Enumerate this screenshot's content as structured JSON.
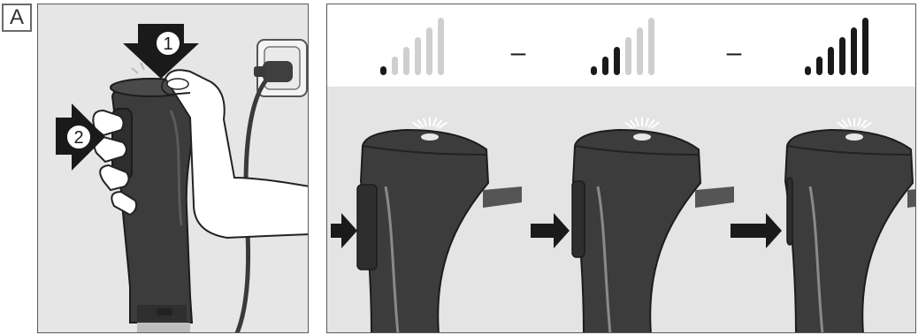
{
  "figure_label": "A",
  "left_panel": {
    "step_1": "1",
    "step_2": "2"
  },
  "right_panel": {
    "separator_1": "–",
    "separator_2": "–",
    "speed_levels": [
      {
        "filled_bars": 1,
        "total_bars": 6
      },
      {
        "filled_bars": 3,
        "total_bars": 6
      },
      {
        "filled_bars": 6,
        "total_bars": 6
      }
    ]
  },
  "colors": {
    "panel_background": "#e4e4e4",
    "bar_active": "#1a1a1a",
    "bar_inactive": "#cfcfcf",
    "blender_body": "#3c3c3c",
    "arrow": "#1a1a1a"
  }
}
